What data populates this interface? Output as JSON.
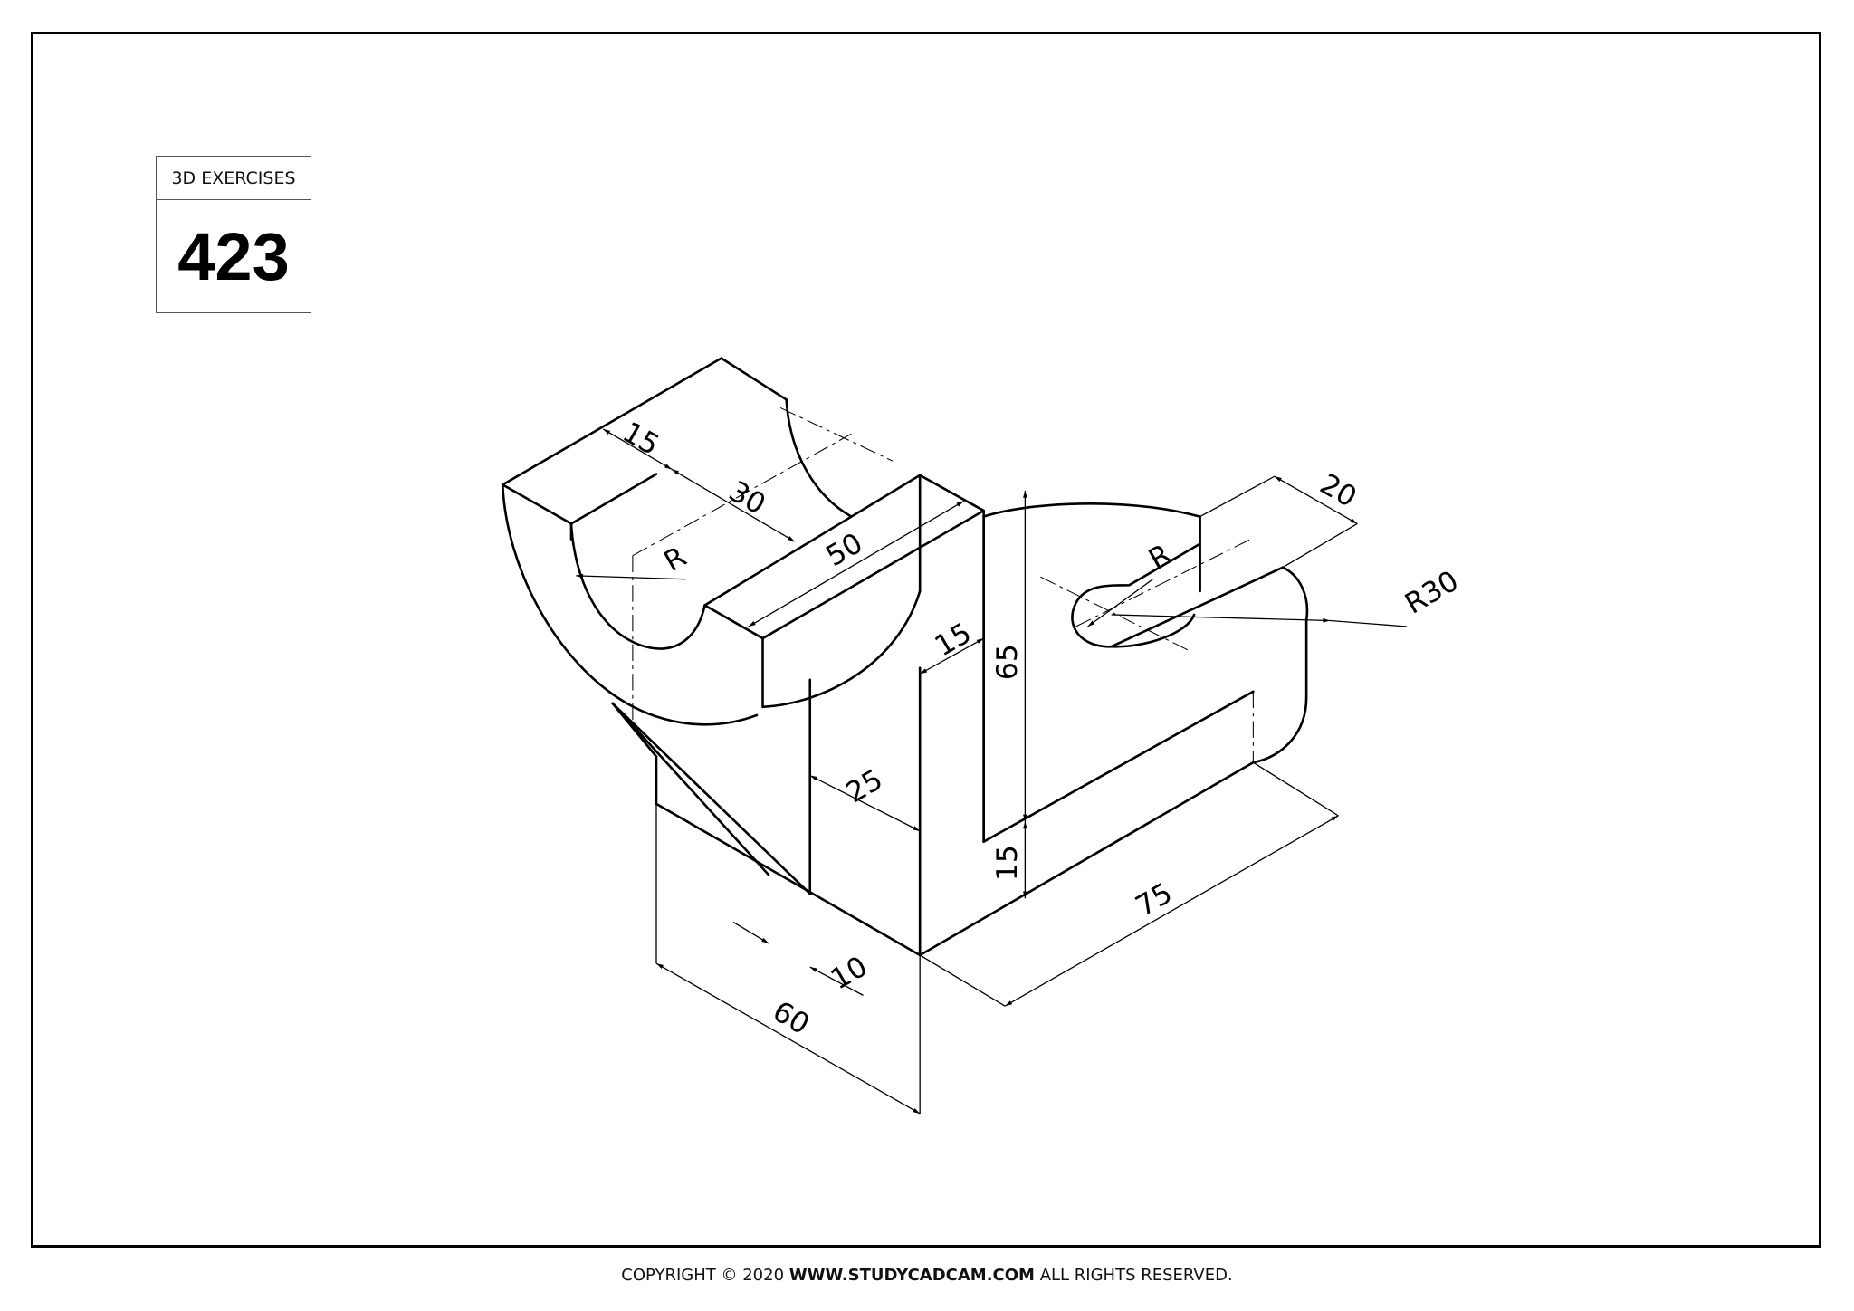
{
  "title_block": {
    "label": "3D EXERCISES",
    "number": "423"
  },
  "footer": {
    "prefix": "COPYRIGHT © 2020 ",
    "site": "WWW.STUDYCADCAM.COM",
    "suffix": " ALL RIGHTS RESERVED."
  },
  "dimensions": {
    "top_width": "15",
    "slot_spacing": "30",
    "top_length": "50",
    "radius_left": "R",
    "web_thickness": "15",
    "height": "65",
    "base_thickness": "15",
    "web_depth": "25",
    "gusset_offset": "10",
    "width": "60",
    "length": "75",
    "slot_width": "20",
    "radius_slot": "R",
    "end_radius": "R30"
  }
}
